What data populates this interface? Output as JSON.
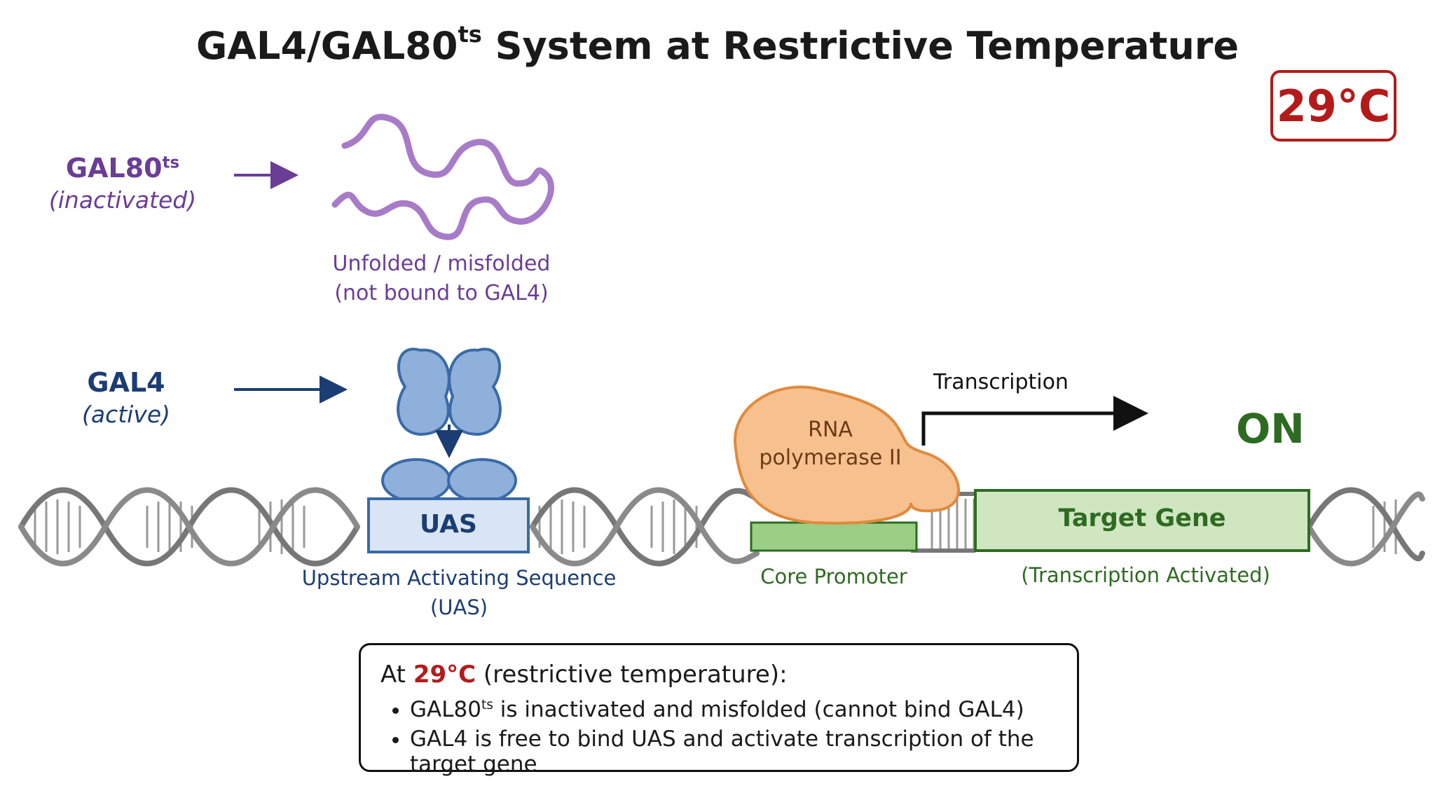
{
  "title": {
    "main": "GAL4/GAL80",
    "sup": "ts",
    "rest": " System at Restrictive Temperature"
  },
  "temperature_badge": "29°C",
  "gal80": {
    "name": "GAL80",
    "sup": "ts",
    "state": "(inactivated)",
    "caption_line1": "Unfolded / misfolded",
    "caption_line2": "(not bound to GAL4)"
  },
  "gal4": {
    "name": "GAL4",
    "state": "(active)"
  },
  "uas": {
    "box_label": "UAS",
    "caption_line1": "Upstream Activating Sequence",
    "caption_line2": "(UAS)"
  },
  "rna_pol": {
    "line1": "RNA",
    "line2": "polymerase II"
  },
  "transcription_label": "Transcription",
  "on_label": "ON",
  "core_promoter_label": "Core Promoter",
  "target_gene": {
    "label": "Target Gene",
    "caption": "(Transcription Activated)"
  },
  "note": {
    "head_prefix": "At ",
    "head_temp": "29°C",
    "head_suffix": " (restrictive temperature):",
    "bullet1_name": "GAL80",
    "bullet1_sup": "ts",
    "bullet1_rest": " is inactivated and misfolded (cannot bind GAL4)",
    "bullet2": "GAL4 is free to bind UAS and activate transcription of the target gene"
  },
  "colors": {
    "purple": "#6a3d96",
    "gal4_blue": "#8fb0db",
    "navy": "#1c3d73",
    "green": "#2e6b22",
    "gene_fill": "#cfe6c0",
    "polymerase": "#f7c08f",
    "polymerase_stroke": "#e08a3c",
    "red": "#b31b1b",
    "dna": "#777777"
  }
}
